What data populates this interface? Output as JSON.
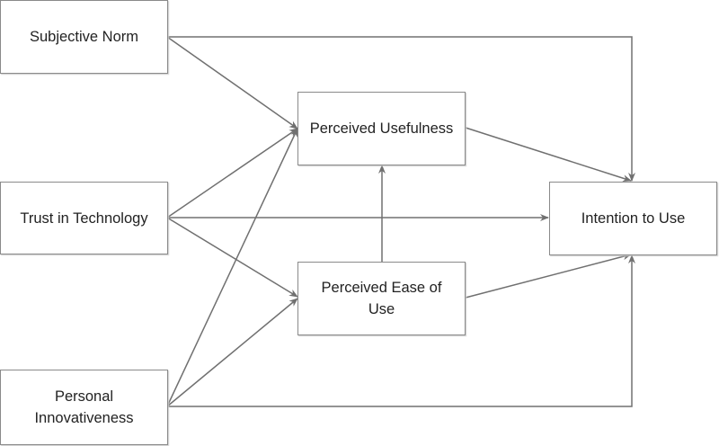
{
  "nodes": {
    "subjective_norm": "Subjective Norm",
    "trust_in_technology": "Trust in Technology",
    "personal_innovativeness": "Personal Innovativeness",
    "perceived_usefulness": "Perceived Usefulness",
    "perceived_ease_of_use": "Perceived Ease of Use",
    "intention_to_use": "Intention to Use"
  },
  "colors": {
    "line": "#707070",
    "border": "#8a8a8a",
    "text": "#222222"
  }
}
